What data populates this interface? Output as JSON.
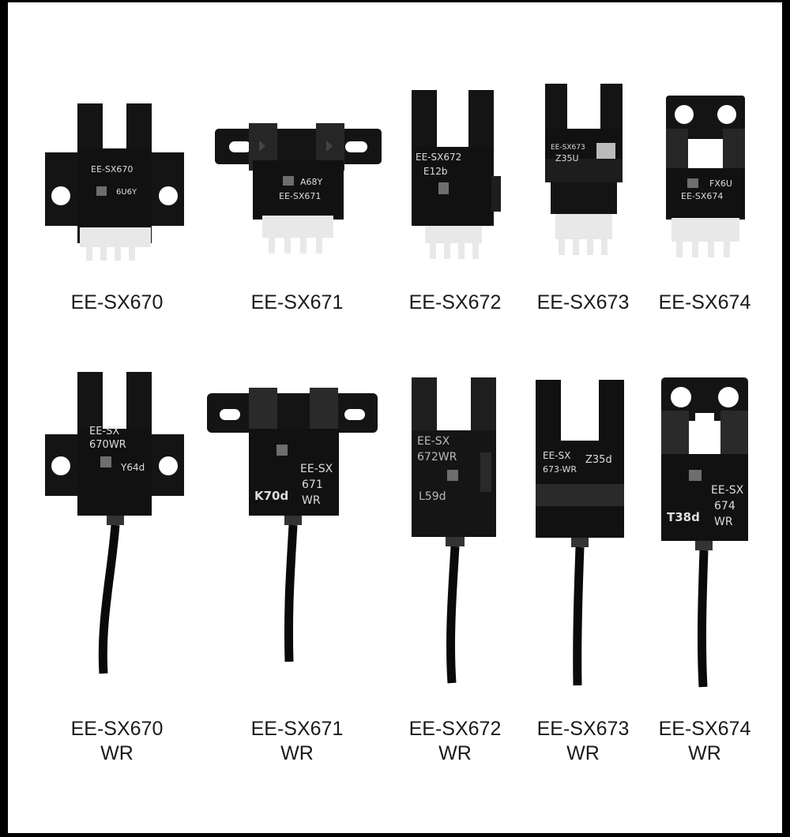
{
  "image": {
    "background_color": "#ffffff",
    "border_color": "#000000",
    "sensor_body_color": "#141414",
    "lead_pin_color": "#e8e8e8",
    "cable_color": "#0a0a0a"
  },
  "top_row": [
    {
      "id": "sx670",
      "caption": "EE-SX670",
      "print": [
        "EE-SX670",
        "6U6Y"
      ]
    },
    {
      "id": "sx671",
      "caption": "EE-SX671",
      "print": [
        "A68Y",
        "EE-SX671"
      ]
    },
    {
      "id": "sx672",
      "caption": "EE-SX672",
      "print": [
        "EE-SX672",
        "E12b"
      ]
    },
    {
      "id": "sx673",
      "caption": "EE-SX673",
      "print": [
        "EE-SX673",
        "Z35U"
      ]
    },
    {
      "id": "sx674",
      "caption": "EE-SX674",
      "print": [
        "FX6U",
        "EE-SX674"
      ]
    }
  ],
  "bottom_row": [
    {
      "id": "sx670wr",
      "caption": [
        "EE-SX670",
        "WR"
      ],
      "print": [
        "EE-SX",
        "670WR",
        "Y64d"
      ]
    },
    {
      "id": "sx671wr",
      "caption": [
        "EE-SX671",
        "WR"
      ],
      "print": [
        "EE-SX",
        "671",
        "WR",
        "K70d"
      ]
    },
    {
      "id": "sx672wr",
      "caption": [
        "EE-SX672",
        "WR"
      ],
      "print": [
        "EE-SX",
        "672WR",
        "L59d"
      ]
    },
    {
      "id": "sx673wr",
      "caption": [
        "EE-SX673",
        "WR"
      ],
      "print": [
        "EE-SX",
        "673-WR",
        "Z35d"
      ]
    },
    {
      "id": "sx674wr",
      "caption": [
        "EE-SX674",
        "WR"
      ],
      "print": [
        "EE-SX",
        "674",
        "WR",
        "T38d"
      ]
    }
  ]
}
